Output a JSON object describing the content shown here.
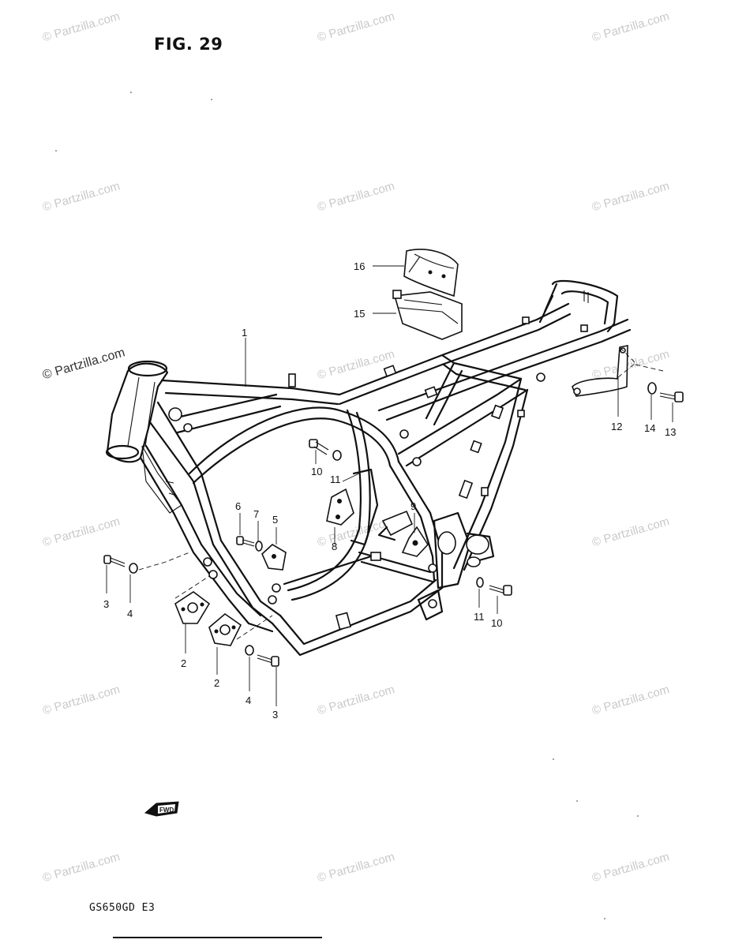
{
  "figure": {
    "title": "FIG. 29",
    "model_code": "GS650GD E3",
    "fwd_label": "FWD"
  },
  "watermark": {
    "text": "© Partzilla.com",
    "text_left": "© Partzilla.com"
  },
  "callouts": [
    {
      "id": "c16",
      "label": "16"
    },
    {
      "id": "c15",
      "label": "15"
    },
    {
      "id": "c1",
      "label": "1"
    },
    {
      "id": "c12",
      "label": "12"
    },
    {
      "id": "c14",
      "label": "14"
    },
    {
      "id": "c13",
      "label": "13"
    },
    {
      "id": "c10a",
      "label": "10"
    },
    {
      "id": "c11a",
      "label": "11"
    },
    {
      "id": "c9",
      "label": "9"
    },
    {
      "id": "c6",
      "label": "6"
    },
    {
      "id": "c7",
      "label": "7"
    },
    {
      "id": "c5",
      "label": "5"
    },
    {
      "id": "c8",
      "label": "8"
    },
    {
      "id": "c3a",
      "label": "3"
    },
    {
      "id": "c4a",
      "label": "4"
    },
    {
      "id": "c2a",
      "label": "2"
    },
    {
      "id": "c2b",
      "label": "2"
    },
    {
      "id": "c4b",
      "label": "4"
    },
    {
      "id": "c3b",
      "label": "3"
    },
    {
      "id": "c11b",
      "label": "11"
    },
    {
      "id": "c10b",
      "label": "10"
    }
  ]
}
